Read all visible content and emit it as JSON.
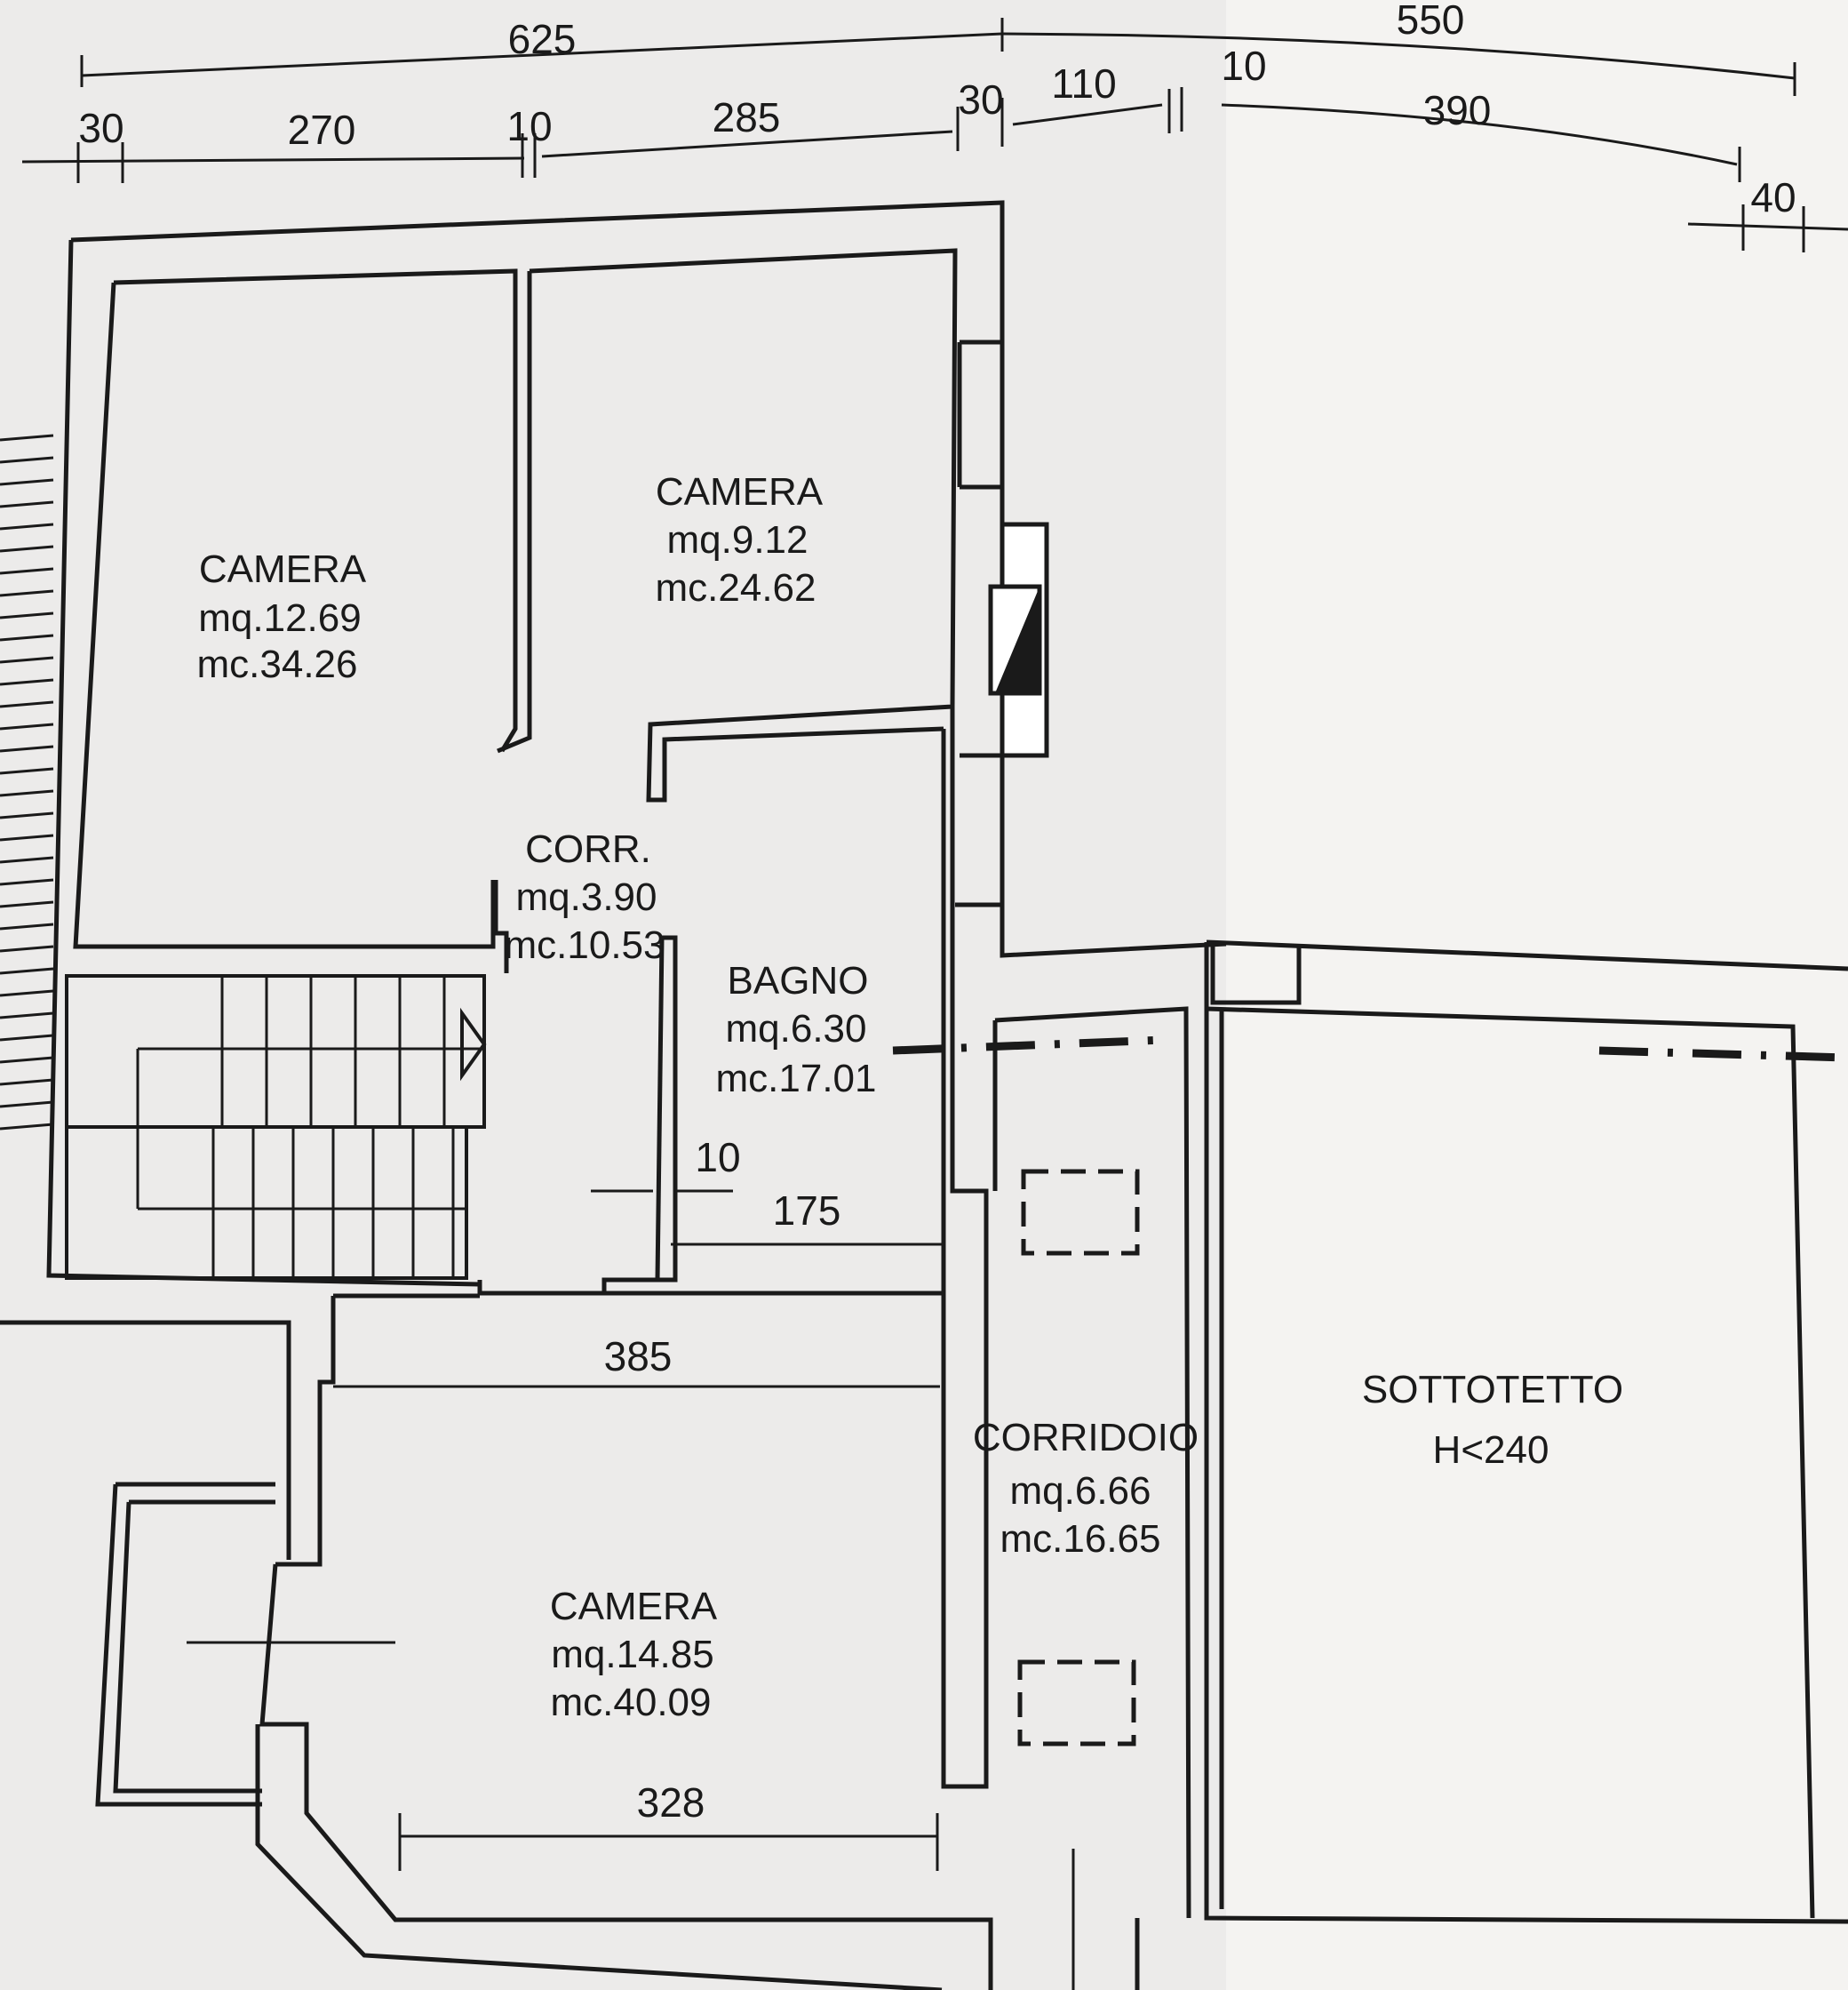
{
  "dimensions": {
    "total_left": "625",
    "total_right": "550",
    "d_30_a": "30",
    "d_270": "270",
    "d_10_a": "10",
    "d_285": "285",
    "d_30_b": "30",
    "d_110": "110",
    "d_10_b": "10",
    "d_390": "390",
    "d_40": "40",
    "d_10_c": "10",
    "d_175": "175",
    "d_385": "385",
    "d_328": "328"
  },
  "rooms": {
    "camera_nw": {
      "name": "CAMERA",
      "area": "mq.12.69",
      "volume": "mc.34.26"
    },
    "camera_n": {
      "name": "CAMERA",
      "area": "mq.9.12",
      "volume": "mc.24.62"
    },
    "corr": {
      "name": "CORR.",
      "area": "mq.3.90",
      "volume": "mc.10.53"
    },
    "bagno": {
      "name": "BAGNO",
      "area": "mq.6.30",
      "volume": "mc.17.01"
    },
    "camera_s": {
      "name": "CAMERA",
      "area": "mq.14.85",
      "volume": "mc.40.09"
    },
    "corridoio": {
      "name": "CORRIDOIO",
      "area": "mq.6.66",
      "volume": "mc.16.65"
    },
    "sottotetto": {
      "name": "SOTTOTETTO",
      "height": "H<240"
    }
  },
  "colors": {
    "ink": "#1a1a1a",
    "paper": "#ecebea",
    "paper_right": "#f4f3f1"
  }
}
